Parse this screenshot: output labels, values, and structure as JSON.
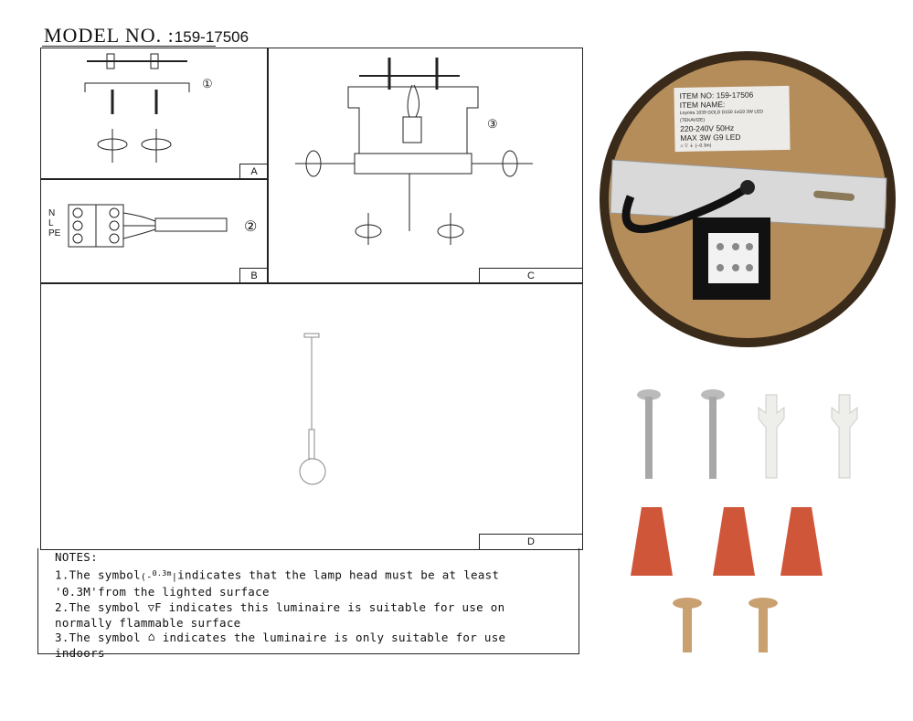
{
  "header": {
    "model_label": "MODEL NO. :",
    "model_number": "159-17506"
  },
  "panels": {
    "a": "A",
    "b": "B",
    "c": "C",
    "d": "D"
  },
  "step_markers": {
    "step1": "①",
    "step2": "②",
    "step3": "③"
  },
  "wiring_labels": {
    "n": "N",
    "l": "L",
    "pe": "PE"
  },
  "notes": {
    "heading": "NOTES:",
    "note1_prefix": "1.The symbol",
    "note1_symbol": "0.3m",
    "note1_text": "indicates that the lamp head must be at least '0.3M'from the lighted surface",
    "note2_prefix": "2.The symbol",
    "note2_symbol": "F",
    "note2_text": "indicates this luminaire is suitable for use on normally flammable surface",
    "note3_prefix": "3.The symbol",
    "note3_text": "indicates the luminaire is only suitable for use indoors"
  },
  "product_label": {
    "item_no": "ITEM NO: 159-17506",
    "item_name": "ITEM NAME:",
    "name_value": "Loyoira 1039 GOLD D150 1xG9 3W LED (TEKAVIZE)",
    "voltage": "220-240V 50Hz",
    "max": "MAX 3W G9 LED",
    "distance": "0.3m"
  },
  "colors": {
    "base": "#b08a55",
    "wire_nut": "#d0563a",
    "brass": "#c9a070"
  }
}
